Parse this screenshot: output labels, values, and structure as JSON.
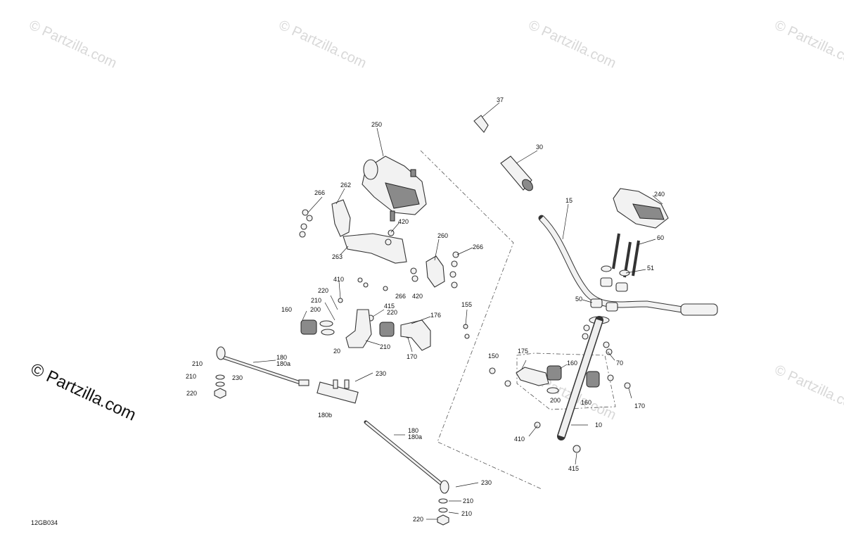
{
  "watermark": {
    "text": "© Partzilla.com",
    "prominent_text": "© Partzilla.com"
  },
  "diagram_code": "12GB034",
  "part_labels": {
    "p10": "10",
    "p15": "15",
    "p20": "20",
    "p30": "30",
    "p37": "37",
    "p50": "50",
    "p51": "51",
    "p60": "60",
    "p70": "70",
    "p150": "150",
    "p155": "155",
    "p160a": "160",
    "p160b": "160",
    "p160c": "160",
    "p170a": "170",
    "p170b": "170",
    "p175": "175",
    "p176": "176",
    "p180a": "180",
    "p180a_sub": "180a",
    "p180b": "180",
    "p180b_sub": "180a",
    "p180c": "180b",
    "p200a": "200",
    "p200b": "200",
    "p210a": "210",
    "p210b": "210",
    "p210c": "210",
    "p210d": "210",
    "p210e": "210",
    "p220a": "220",
    "p220b": "220",
    "p220c": "220",
    "p220d": "220",
    "p230a": "230",
    "p230b": "230",
    "p230c": "230",
    "p240": "240",
    "p250": "250",
    "p260": "260",
    "p262": "262",
    "p263": "263",
    "p266a": "266",
    "p266b": "266",
    "p266c": "266",
    "p410a": "410",
    "p410b": "410",
    "p415a": "415",
    "p415b": "415",
    "p420a": "420",
    "p420b": "420"
  }
}
